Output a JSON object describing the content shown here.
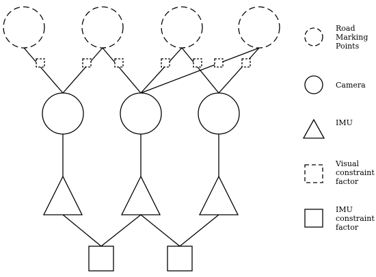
{
  "legend": {
    "road_marking_points": "Road Marking Points",
    "camera": "Camera",
    "imu": "IMU",
    "visual_constraint_factor": "Visual constraint factor",
    "imu_constraint_factor": "IMU constraint factor"
  },
  "colors": {
    "stroke": "#000000",
    "background": "#ffffff"
  }
}
